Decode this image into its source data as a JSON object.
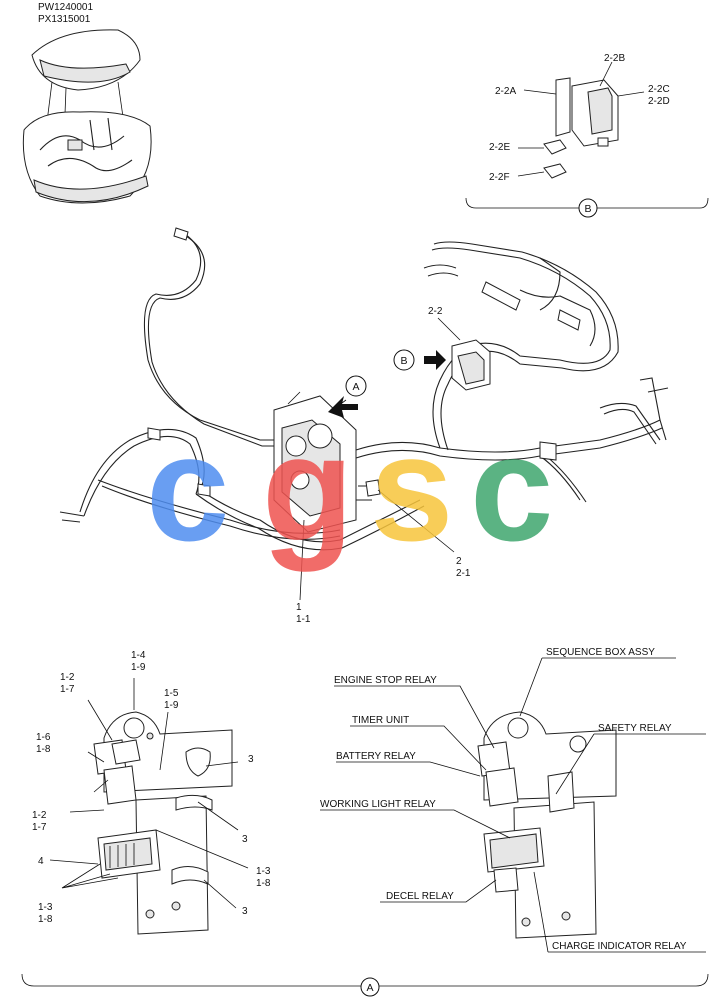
{
  "header": {
    "code_1": "PW1240001",
    "code_2": "PX1315001"
  },
  "detail_refs": {
    "a": "A",
    "b": "B"
  },
  "detail_b_labels": {
    "l_2_2A": "2-2A",
    "l_2_2B": "2-2B",
    "l_2_2C": "2-2C",
    "l_2_2D": "2-2D",
    "l_2_2E": "2-2E",
    "l_2_2F": "2-2F"
  },
  "main_labels": {
    "l_2_2": "2-2",
    "l_2": "2",
    "l_2_1": "2-1",
    "l_1": "1",
    "l_1_1": "1-1"
  },
  "watermark": {
    "letters": [
      "c",
      "g",
      "s",
      "c"
    ],
    "colors": [
      "#4f8ef0",
      "#ef5350",
      "#f7c53c",
      "#3fa66e"
    ]
  },
  "detail_a_left": {
    "l_1_4": "1-4",
    "l_1_9": "1-9",
    "l_1_2a": "1-2",
    "l_1_7a": "1-7",
    "l_1_5": "1-5",
    "l_1_9b": "1-9",
    "l_1_6": "1-6",
    "l_1_8a": "1-8",
    "l_3a": "3",
    "l_1_2b": "1-2",
    "l_1_7b": "1-7",
    "l_3b": "3",
    "l_4": "4",
    "l_1_3a": "1-3",
    "l_1_8b": "1-8",
    "l_1_3b": "1-3",
    "l_1_8c": "1-8",
    "l_3c": "3"
  },
  "detail_a_right": {
    "sequence_box": "SEQUENCE BOX ASSY",
    "engine_stop": "ENGINE STOP RELAY",
    "timer_unit": "TIMER UNIT",
    "safety_relay": "SAFETY RELAY",
    "battery_relay": "BATTERY RELAY",
    "working_light": "WORKING LIGHT RELAY",
    "decel_relay": "DECEL RELAY",
    "charge_indicator": "CHARGE INDICATOR RELAY"
  }
}
